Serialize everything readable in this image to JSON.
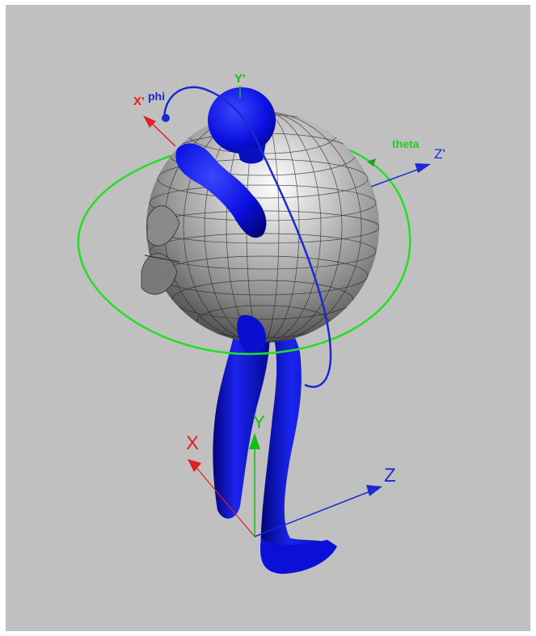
{
  "scene": {
    "background": "#c0c0c0",
    "world_axes": {
      "x_label": "X",
      "y_label": "Y",
      "z_label": "Z",
      "x_color": "#e02020",
      "y_color": "#10c010",
      "z_color": "#1a2ad0"
    },
    "local_axes": {
      "x_label": "X'",
      "y_label": "Y'",
      "z_label": "Z'"
    },
    "rotation_labels": {
      "phi": "phi",
      "theta": "theta"
    },
    "colors": {
      "body": "#0a10e0",
      "sphere": "#a8a8a8",
      "theta_ring": "#20e020",
      "phi_arc": "#1a2ad0"
    }
  }
}
